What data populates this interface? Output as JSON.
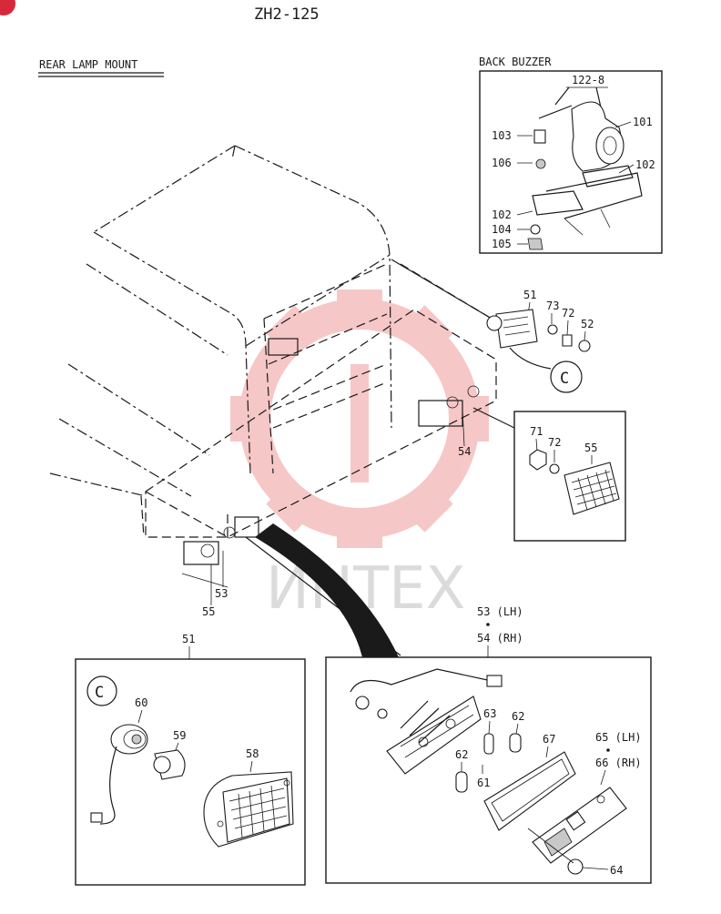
{
  "page": {
    "code": "ZH2-125"
  },
  "sections": {
    "rear_lamp_mount": "REAR LAMP MOUNT",
    "back_buzzer": "BACK BUZZER"
  },
  "watermark": "ИНТЕХ",
  "callouts": {
    "buzzer": [
      "122-8",
      "101",
      "103",
      "106",
      "102",
      "102",
      "104",
      "105"
    ],
    "lamp_upper": [
      "51",
      "73",
      "72",
      "52"
    ],
    "circle_c": "C",
    "marker_box": [
      "71",
      "72",
      "55"
    ],
    "main_view": [
      "54",
      "53",
      "55"
    ],
    "detail_51_title": "51",
    "detail_51": [
      "60",
      "59",
      "58"
    ],
    "detail_53_title_1": "53 (LH)",
    "detail_53_title_2": "54 (RH)",
    "detail_53": [
      "63",
      "62",
      "67",
      "62",
      "61",
      "64"
    ],
    "detail_65_1": "65 (LH)",
    "detail_65_2": "66 (RH)"
  },
  "colors": {
    "ink": "#1a1a1a",
    "watermark_red": "#e23b3b",
    "page_badge": "#d8283c"
  }
}
